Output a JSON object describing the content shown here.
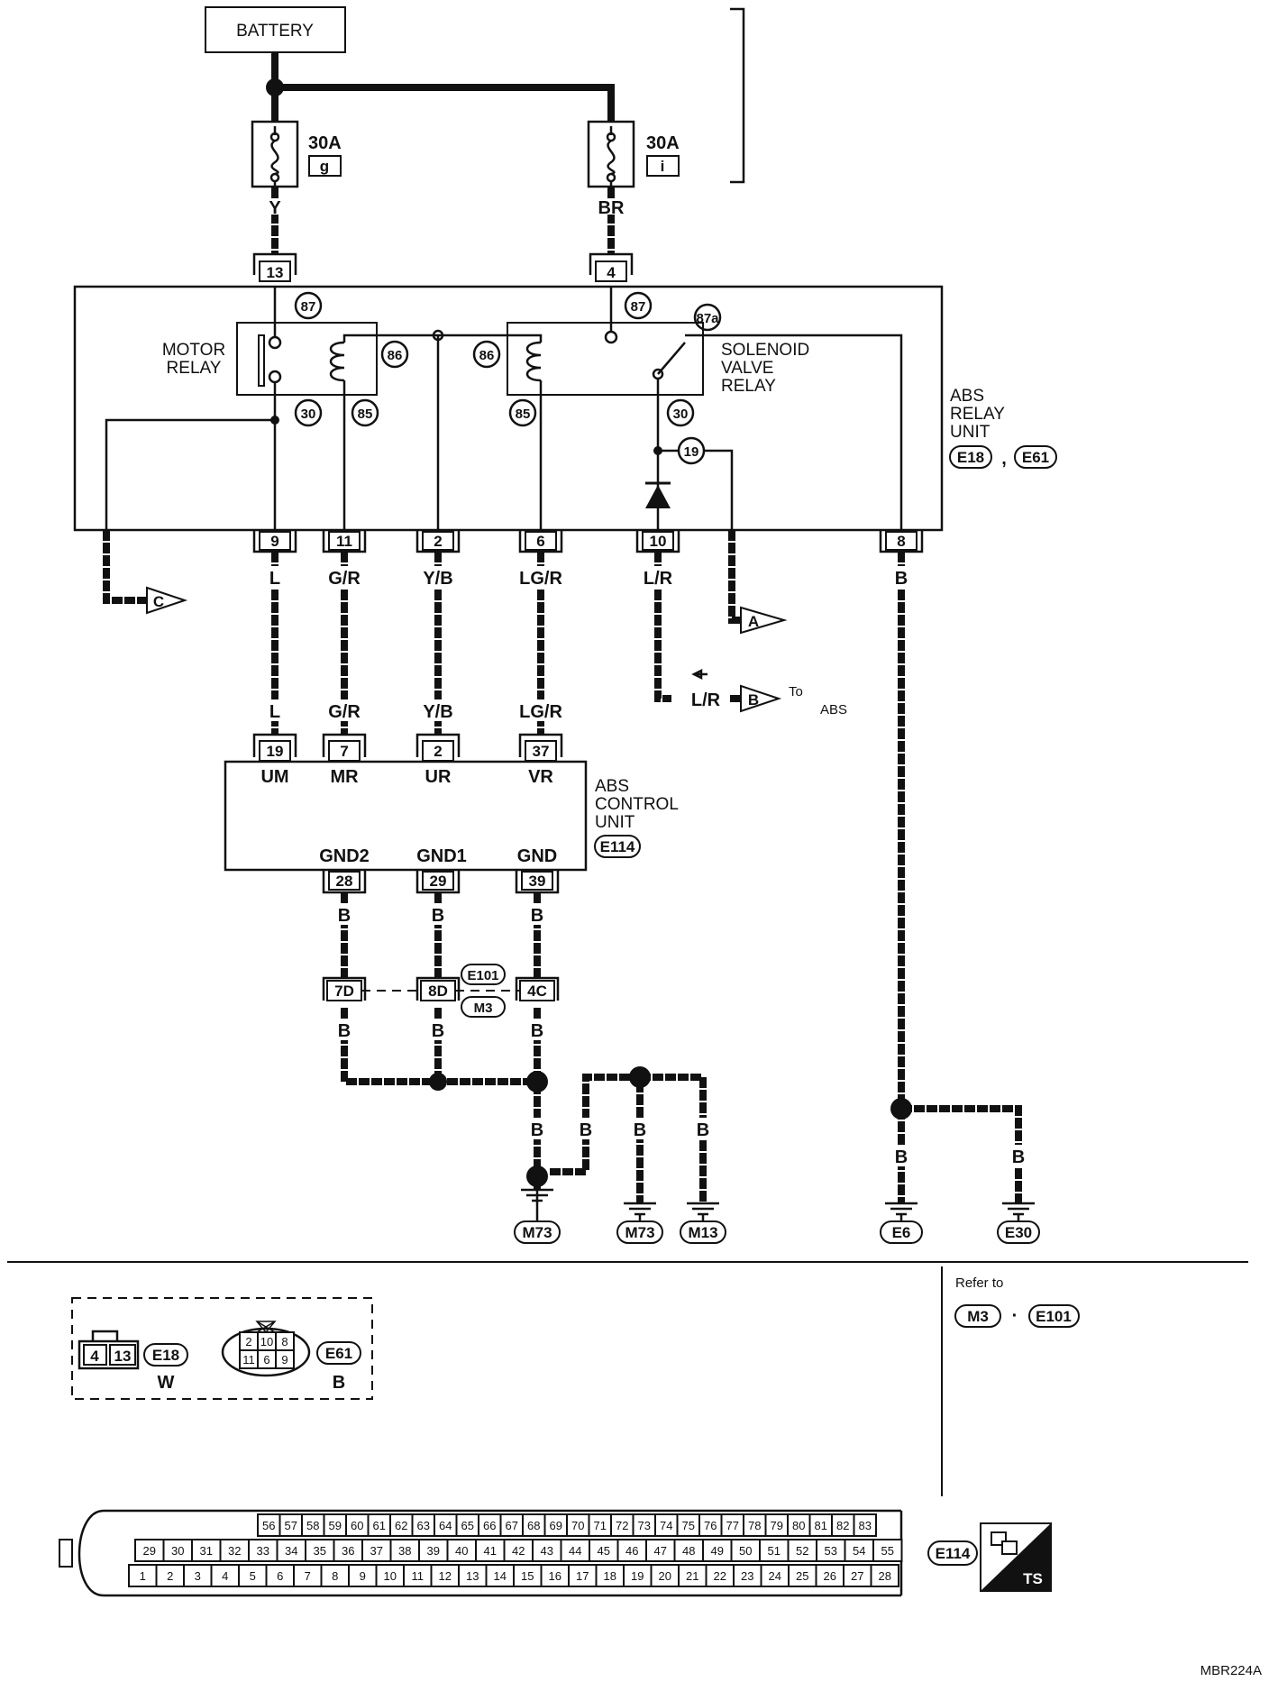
{
  "battery": "BATTERY",
  "fuses": [
    {
      "rating": "30A",
      "id": "g"
    },
    {
      "rating": "30A",
      "id": "i"
    }
  ],
  "wire_colors": {
    "y": "Y",
    "br": "BR",
    "l": "L",
    "gr": "G/R",
    "yb": "Y/B",
    "lgr": "LG/R",
    "lr": "L/R",
    "b": "B"
  },
  "relay_unit": {
    "connectors_top": [
      "13",
      "4"
    ],
    "connectors_bottom": [
      "9",
      "11",
      "2",
      "6",
      "10",
      "8"
    ],
    "relay_terminals": {
      "t87": "87",
      "t87a": "87a",
      "t86": "86",
      "t85": "85",
      "t30": "30",
      "t19": "19"
    },
    "motor_relay": [
      "MOTOR",
      "RELAY"
    ],
    "solenoid_relay": [
      "SOLENOID",
      "VALVE",
      "RELAY"
    ],
    "unit_label": [
      "ABS",
      "RELAY",
      "UNIT"
    ],
    "conn_ids": [
      "E18",
      "E61"
    ],
    "sep": ","
  },
  "offpage": {
    "c": "C",
    "a": "A",
    "b": "B",
    "to": "To",
    "abs": "ABS"
  },
  "control_unit": {
    "pins_top": [
      "19",
      "7",
      "2",
      "37"
    ],
    "signals_top": [
      "UM",
      "MR",
      "UR",
      "VR"
    ],
    "signals_bottom": [
      "GND2",
      "GND1",
      "GND"
    ],
    "pins_bottom": [
      "28",
      "29",
      "39"
    ],
    "label": [
      "ABS",
      "CONTROL",
      "UNIT"
    ],
    "conn_id": "E114"
  },
  "junction": {
    "pins": [
      "7D",
      "8D",
      "4C"
    ],
    "ids": [
      "E101",
      "M3"
    ]
  },
  "grounds": [
    "M73",
    "M73",
    "M13",
    "E6",
    "E30"
  ],
  "connector_views": {
    "e18": {
      "pins": [
        "4",
        "13"
      ],
      "id": "E18",
      "color": "W"
    },
    "e61": {
      "pins_top": [
        "2",
        "10",
        "8"
      ],
      "pins_bottom": [
        "11",
        "6",
        "9"
      ],
      "id": "E61",
      "color": "B"
    }
  },
  "refer": {
    "text": "Refer to",
    "ids": [
      "M3",
      "E101"
    ],
    "dot": "·"
  },
  "e114_view": {
    "id": "E114",
    "row1": [
      "56",
      "57",
      "58",
      "59",
      "60",
      "61",
      "62",
      "63",
      "64",
      "65",
      "66",
      "67",
      "68",
      "69",
      "70",
      "71",
      "72",
      "73",
      "74",
      "75",
      "76",
      "77",
      "78",
      "79",
      "80",
      "81",
      "82",
      "83"
    ],
    "row2": [
      "29",
      "30",
      "31",
      "32",
      "33",
      "34",
      "35",
      "36",
      "37",
      "38",
      "39",
      "40",
      "41",
      "42",
      "43",
      "44",
      "45",
      "46",
      "47",
      "48",
      "49",
      "50",
      "51",
      "52",
      "53",
      "54",
      "55"
    ],
    "row3": [
      "1",
      "2",
      "3",
      "4",
      "5",
      "6",
      "7",
      "8",
      "9",
      "10",
      "11",
      "12",
      "13",
      "14",
      "15",
      "16",
      "17",
      "18",
      "19",
      "20",
      "21",
      "22",
      "23",
      "24",
      "25",
      "26",
      "27",
      "28"
    ],
    "ts": "TS"
  },
  "figure_id": "MBR224A"
}
